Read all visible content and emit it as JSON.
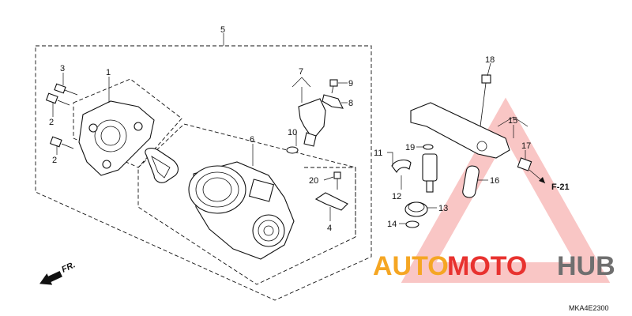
{
  "diagram": {
    "callouts": [
      "1",
      "2",
      "2",
      "3",
      "4",
      "5",
      "6",
      "7",
      "8",
      "9",
      "10",
      "11",
      "12",
      "13",
      "14",
      "15",
      "16",
      "17",
      "18",
      "19",
      "20"
    ],
    "fr_label": "FR.",
    "ref_label": "F-21",
    "diagram_code": "MKA4E2300"
  },
  "watermark": {
    "part1": "AUTO",
    "part2": "MOTO",
    "part3": "HUB",
    "colors": {
      "orange": "#f5a623",
      "red": "#e8322f",
      "gray": "#6f6f6f"
    }
  },
  "icons": [
    "warning-triangle-icon",
    "front-direction-arrow-icon"
  ]
}
